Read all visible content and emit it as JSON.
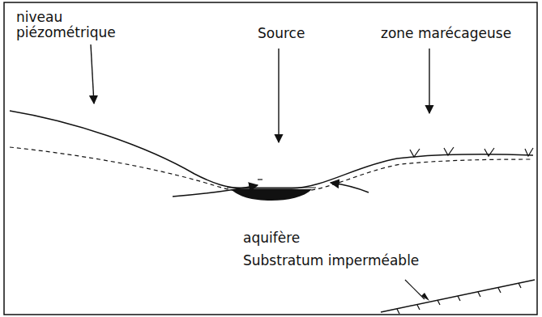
{
  "diagram": {
    "labels": [
      "niveau piézométrique",
      "Source",
      "zone marécageuse",
      "aquifère",
      "Substratum imperméable"
    ]
  }
}
